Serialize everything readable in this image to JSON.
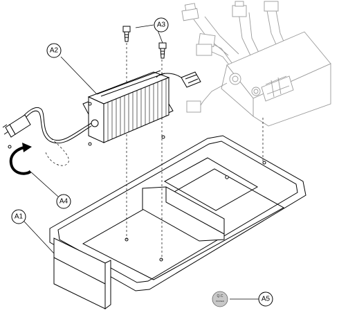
{
  "callouts": {
    "a1": "A1",
    "a2": "A2",
    "a3": "A3",
    "a4": "A4",
    "a5": "A5"
  },
  "qc_label": {
    "line1": "Q.C",
    "line2": "PASSED"
  },
  "colors": {
    "line": "#000000",
    "ghost": "#9a9a9a",
    "qc_fill": "#c8c8c8"
  }
}
